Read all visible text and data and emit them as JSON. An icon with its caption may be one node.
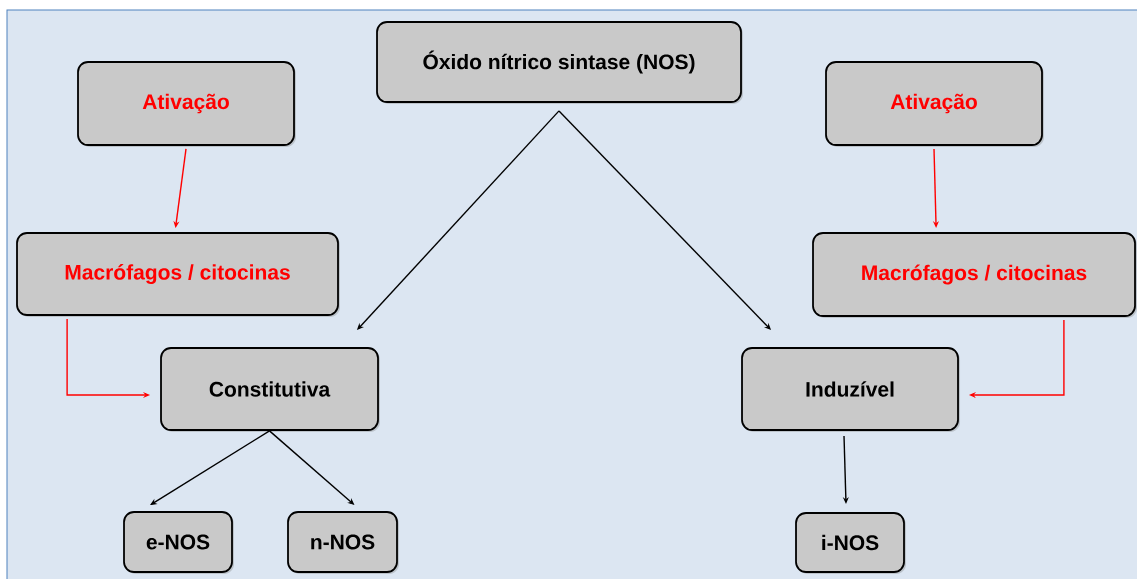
{
  "diagram": {
    "nodes": [
      {
        "text": [
          "Óxido nítrico sintase (NOS)"
        ]
      },
      {
        "text": [
          "Ativação"
        ]
      },
      {
        "text": [
          "Ativação"
        ]
      },
      {
        "text": [
          "Macrófagos / citocinas"
        ]
      },
      {
        "text": [
          "Macrófagos / citocinas"
        ]
      },
      {
        "text": [
          "Constitutiva"
        ]
      },
      {
        "text": [
          "Induzível"
        ]
      },
      {
        "text": [
          "e-NOS"
        ]
      },
      {
        "text": [
          "n-NOS"
        ]
      },
      {
        "text": [
          "i-NOS"
        ]
      }
    ],
    "edges": [
      {
        "from": 0,
        "to": 5,
        "arrow": "to"
      },
      {
        "from": 0,
        "to": 6,
        "arrow": "to"
      },
      {
        "from": 1,
        "to": 3,
        "arrow": "to",
        "color": "#ff0000"
      },
      {
        "from": 2,
        "to": 4,
        "arrow": "to",
        "color": "#ff0000"
      },
      {
        "from": 3,
        "to": 5,
        "arrow": "to",
        "color": "#ff0000"
      },
      {
        "from": 4,
        "to": 6,
        "arrow": "to",
        "color": "#ff0000"
      },
      {
        "from": 5,
        "to": 7,
        "arrow": "to"
      },
      {
        "from": 5,
        "to": 8,
        "arrow": "to"
      },
      {
        "from": 6,
        "to": 9,
        "arrow": "to"
      }
    ]
  }
}
